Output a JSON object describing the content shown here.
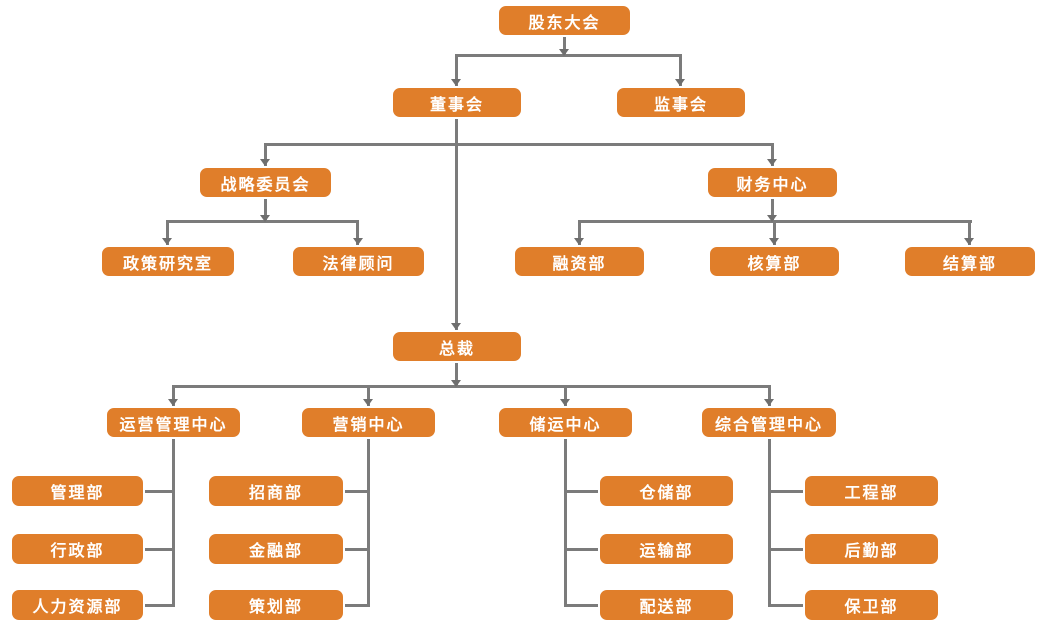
{
  "colors": {
    "node_fill": "#E07E2A",
    "node_border": "#FFFFFF",
    "node_text": "#FFFFFF",
    "connector": "#7B7B7B",
    "arrow": "#6E6E6E",
    "shadow": "#000000",
    "background": "#FFFFFF"
  },
  "tree": {
    "label": "股东大会",
    "children": [
      {
        "label": "董事会",
        "children": [
          {
            "label": "战略委员会",
            "children": [
              {
                "label": "政策研究室"
              },
              {
                "label": "法律顾问"
              }
            ]
          },
          {
            "label": "财务中心",
            "children": [
              {
                "label": "融资部"
              },
              {
                "label": "核算部"
              },
              {
                "label": "结算部"
              }
            ]
          },
          {
            "label": "总裁",
            "children": [
              {
                "label": "运营管理中心",
                "children": [
                  {
                    "label": "管理部"
                  },
                  {
                    "label": "行政部"
                  },
                  {
                    "label": "人力资源部"
                  }
                ]
              },
              {
                "label": "营销中心",
                "children": [
                  {
                    "label": "招商部"
                  },
                  {
                    "label": "金融部"
                  },
                  {
                    "label": "策划部"
                  }
                ]
              },
              {
                "label": "储运中心",
                "children": [
                  {
                    "label": "仓储部"
                  },
                  {
                    "label": "运输部"
                  },
                  {
                    "label": "配送部"
                  }
                ]
              },
              {
                "label": "综合管理中心",
                "children": [
                  {
                    "label": "工程部"
                  },
                  {
                    "label": "后勤部"
                  },
                  {
                    "label": "保卫部"
                  }
                ]
              }
            ]
          }
        ]
      },
      {
        "label": "监事会"
      }
    ]
  }
}
